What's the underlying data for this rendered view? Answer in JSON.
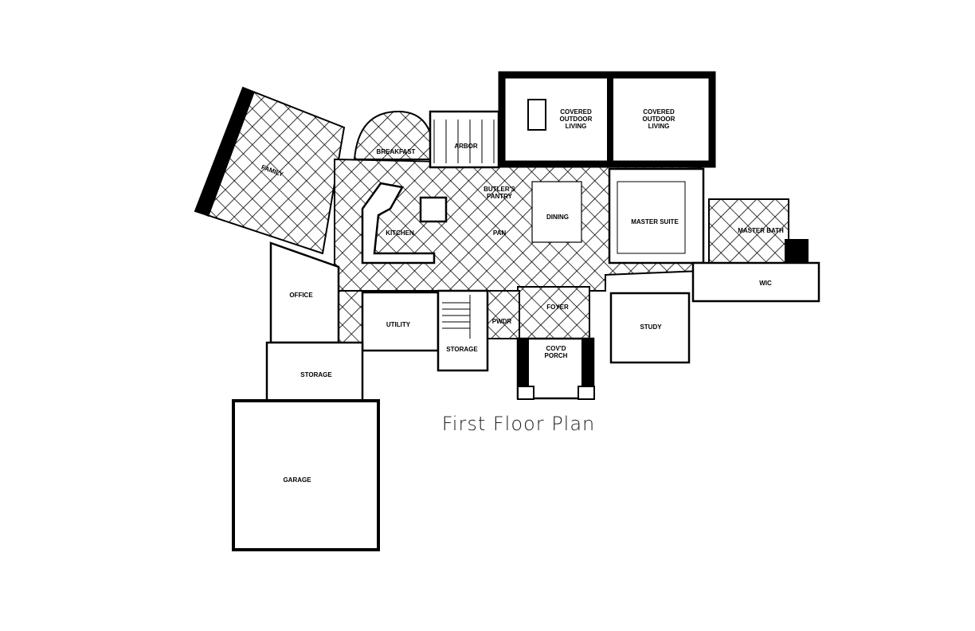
{
  "title": "First Floor Plan",
  "rooms": {
    "family": "FAMILY",
    "breakfast": "BREAKFAST",
    "arbor": "ARBOR",
    "covered_outdoor_living_1": [
      "COVERED",
      "OUTDOOR",
      "LIVING"
    ],
    "covered_outdoor_living_2": [
      "COVERED",
      "OUTDOOR",
      "LIVING"
    ],
    "kitchen": "KITCHEN",
    "butlers_pantry": [
      "BUTLER'S",
      "PANTRY"
    ],
    "pantry": "PAN",
    "dining": "DINING",
    "master_suite": "MASTER SUITE",
    "master_bath": "MASTER BATH",
    "wic": "WIC",
    "office": "OFFICE",
    "utility": "UTILITY",
    "storage_stair": "STORAGE",
    "powder": "PWDR",
    "foyer": "FOYER",
    "covd_porch": [
      "COV'D",
      "PORCH"
    ],
    "study": "STUDY",
    "storage_garage": "STORAGE",
    "garage": "GARAGE"
  }
}
